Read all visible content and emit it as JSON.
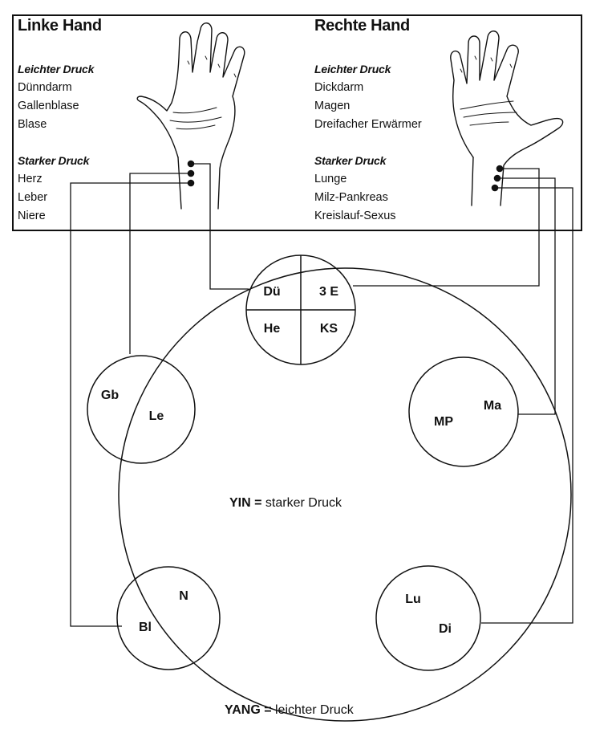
{
  "left_hand": {
    "title": "Linke Hand",
    "light_header": "Leichter Druck",
    "light_items": [
      "Dünndarm",
      "Gallenblase",
      "Blase"
    ],
    "strong_header": "Starker Druck",
    "strong_items": [
      "Herz",
      "Leber",
      "Niere"
    ]
  },
  "right_hand": {
    "title": "Rechte Hand",
    "light_header": "Leichter Druck",
    "light_items": [
      "Dickdarm",
      "Magen",
      "Dreifacher Erwärmer"
    ],
    "strong_header": "Starker Druck",
    "strong_items": [
      "Lunge",
      "Milz-Pankreas",
      "Kreislauf-Sexus"
    ]
  },
  "center_circle": {
    "top_left": "Dü",
    "top_right": "3 E",
    "bottom_left": "He",
    "bottom_right": "KS"
  },
  "circles": {
    "gb": "Gb",
    "le": "Le",
    "ma": "Ma",
    "mp": "MP",
    "n": "N",
    "bl": "Bl",
    "lu": "Lu",
    "di": "Di"
  },
  "yin_label": "YIN = starker Druck",
  "yang_label": "YANG = leichter Druck"
}
